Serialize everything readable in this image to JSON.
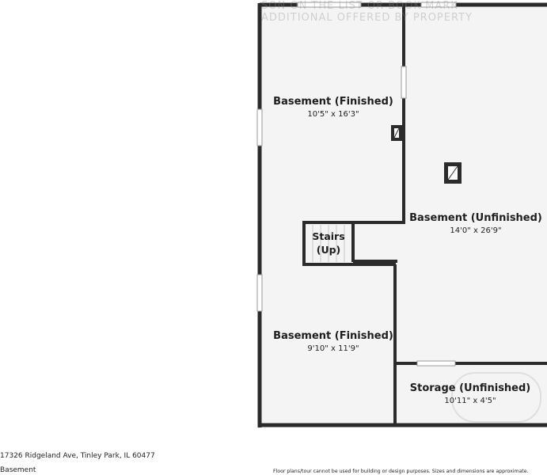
{
  "rooms": [
    {
      "name": "Basement (Finished)",
      "dim": "10'5\" x 16'3\""
    },
    {
      "name": "Basement (Unfinished)",
      "dim": "14'0\" x 26'9\""
    },
    {
      "name": "Stairs",
      "dim": "(Up)"
    },
    {
      "name": "Basement (Finished)",
      "dim": "9'10\" x 11'9\""
    },
    {
      "name": "Storage (Unfinished)",
      "dim": "10'11\" x 4'5\""
    }
  ],
  "footer": {
    "address": "17326 Ridgeland Ave, Tinley Park, IL 60477",
    "floor": "Basement",
    "disclaimer": "Floor plans/tour cannot be used for building or design purposes. Sizes and dimensions are approximate."
  },
  "watermark": {
    "line1": "SON ON THE LIST OR BOOK MARK",
    "line2": "ADDITIONAL OFFERED BY PROPERTY"
  },
  "colors": {
    "wall": "#2b2b2b",
    "floor": "#f4f4f4",
    "background": "#ffffff"
  }
}
